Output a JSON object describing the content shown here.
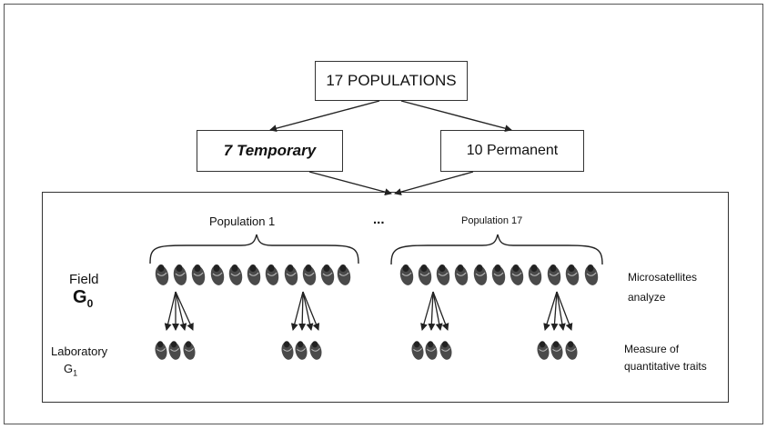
{
  "top_box": "17 POPULATIONS",
  "temporary_box": "7 Temporary",
  "permanent_box": "10 Permanent",
  "population_1": "Population 1",
  "ellipsis": "...",
  "population_17": "Population 17",
  "field_label": "Field",
  "field_generation": "G",
  "field_generation_sub": "0",
  "lab_label": "Laboratory",
  "lab_generation": "G",
  "lab_generation_sub": "1",
  "micro_line1": "Microsatellites",
  "micro_line2": "analyze",
  "measure_line1": "Measure of",
  "measure_line2": "quantitative traits",
  "colors": {
    "line": "#222222",
    "snail": "#4a4a4a",
    "snail_dark": "#222222"
  }
}
